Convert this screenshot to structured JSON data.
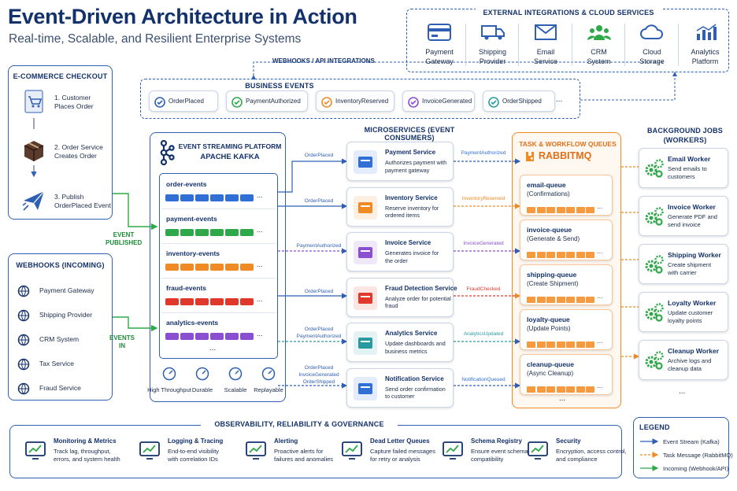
{
  "title": "Event-Driven Architecture in Action",
  "subtitle": "Real-time, Scalable, and Resilient Enterprise Systems",
  "external": {
    "heading": "EXTERNAL INTEGRATIONS & CLOUD SERVICES",
    "items": [
      [
        "Payment",
        "Gateway"
      ],
      [
        "Shipping",
        "Provider"
      ],
      [
        "Email",
        "Service"
      ],
      [
        "CRM",
        "System"
      ],
      [
        "Cloud",
        "Storage"
      ],
      [
        "Analytics",
        "Platform"
      ]
    ]
  },
  "webhooks_api": "WEBHOOKS / API INTEGRATIONS",
  "business_events": {
    "heading": "BUSINESS EVENTS",
    "items": [
      "OrderPlaced",
      "PaymentAuthorized",
      "InventoryReserved",
      "InvoiceGenerated",
      "OrderShipped"
    ],
    "more": "..."
  },
  "checkout": {
    "heading": "E-COMMERCE CHECKOUT",
    "steps": [
      [
        "1. Customer",
        "Places Order"
      ],
      [
        "2. Order Service",
        "Creates Order"
      ],
      [
        "3. Publish",
        "OrderPlaced Event"
      ]
    ]
  },
  "event_published": [
    "EVENT",
    "PUBLISHED"
  ],
  "events_in": [
    "EVENTS",
    "IN"
  ],
  "webhooks_in": {
    "heading": "WEBHOOKS (INCOMING)",
    "items": [
      "Payment Gateway",
      "Shipping Provider",
      "CRM System",
      "Tax Service",
      "Fraud Service"
    ]
  },
  "kafka": {
    "heading1": "EVENT STREAMING PLATFORM",
    "heading2": "APACHE KAFKA",
    "topics": [
      {
        "name": "order-events",
        "color": "#2f6fd6"
      },
      {
        "name": "payment-events",
        "color": "#2fa84a"
      },
      {
        "name": "inventory-events",
        "color": "#f08a24"
      },
      {
        "name": "fraud-events",
        "color": "#e0392b"
      },
      {
        "name": "analytics-events",
        "color": "#8a4fd0"
      }
    ],
    "more": "...",
    "ellipsis": "...",
    "features": [
      "High Throughput",
      "Durable",
      "Scalable",
      "Replayable"
    ]
  },
  "micro": {
    "heading": "MICROSERVICES (EVENT CONSUMERS)",
    "services": [
      {
        "name": "Payment Service",
        "desc": [
          "Authorizes payment with",
          "payment gateway"
        ],
        "in": [
          "OrderPlaced"
        ],
        "out": "PaymentAuthorized"
      },
      {
        "name": "Inventory Service",
        "desc": [
          "Reserve inventory for",
          "ordered items"
        ],
        "in": [
          "OrderPlaced"
        ],
        "out": "InventoryReserved"
      },
      {
        "name": "Invoice Service",
        "desc": [
          "Generates invoice for",
          "the order"
        ],
        "in": [
          "PaymentAuthorized"
        ],
        "out": "InvoiceGenerated"
      },
      {
        "name": "Fraud Detection Service",
        "desc": [
          "Analyze order for potential",
          "fraud"
        ],
        "in": [
          "OrderPlaced"
        ],
        "out": "FraudChecked"
      },
      {
        "name": "Analytics Service",
        "desc": [
          "Update dashboards and",
          "business metrics"
        ],
        "in": [
          "OrderPlaced",
          "PaymentAuthorized"
        ],
        "out": "AnalyticsUpdated"
      },
      {
        "name": "Notification Service",
        "desc": [
          "Send order confirmation",
          "to customer"
        ],
        "in": [
          "OrderPlaced",
          "InvoiceGenerated",
          "OrderShipped"
        ],
        "out": "NotificationQueued"
      }
    ]
  },
  "rabbit": {
    "heading1": "TASK & WORKFLOW QUEUES",
    "heading2": "RABBITMQ",
    "queues": [
      [
        "email-queue",
        "(Confirmations)"
      ],
      [
        "invoice-queue",
        "(Generate & Send)"
      ],
      [
        "shipping-queue",
        "(Create Shipment)"
      ],
      [
        "loyalty-queue",
        "(Update Points)"
      ],
      [
        "cleanup-queue",
        "(Async Cleanup)"
      ]
    ],
    "more": "..."
  },
  "jobs": {
    "heading": [
      "BACKGROUND JOBS",
      "(WORKERS)"
    ],
    "workers": [
      {
        "name": "Email Worker",
        "desc": [
          "Send emails to",
          "customers"
        ]
      },
      {
        "name": "Invoice Worker",
        "desc": [
          "Generate PDF and",
          "send invoice"
        ]
      },
      {
        "name": "Shipping Worker",
        "desc": [
          "Create shipment",
          "with carrier"
        ]
      },
      {
        "name": "Loyalty Worker",
        "desc": [
          "Update customer",
          "loyalty points"
        ]
      },
      {
        "name": "Cleanup Worker",
        "desc": [
          "Archive logs and",
          "cleanup data"
        ]
      }
    ],
    "more": "..."
  },
  "obs": {
    "heading": "OBSERVABILITY, RELIABILITY & GOVERNANCE",
    "items": [
      {
        "name": "Monitoring & Metrics",
        "desc": [
          "Track lag, throughput,",
          "errors, and system health"
        ]
      },
      {
        "name": "Logging & Tracing",
        "desc": [
          "End-to-end visibility",
          "with correlation IDs"
        ]
      },
      {
        "name": "Alerting",
        "desc": [
          "Proactive alerts for",
          "failures and anomalies"
        ]
      },
      {
        "name": "Dead Letter Queues",
        "desc": [
          "Capture failed messages",
          "for retry or analysis"
        ]
      },
      {
        "name": "Schema Registry",
        "desc": [
          "Ensure event schema",
          "compatibility"
        ]
      },
      {
        "name": "Security",
        "desc": [
          "Encryption, access control,",
          "and compliance"
        ]
      }
    ]
  },
  "legend": {
    "heading": "LEGEND",
    "items": [
      "Event Stream (Kafka)",
      "Task Message (RabbitMQ)",
      "Incoming (Webhook/API)"
    ]
  },
  "colors": {
    "navy": "#13316b",
    "blue": "#2f5fb3",
    "orange": "#f08a24",
    "green": "#2fa84a"
  }
}
